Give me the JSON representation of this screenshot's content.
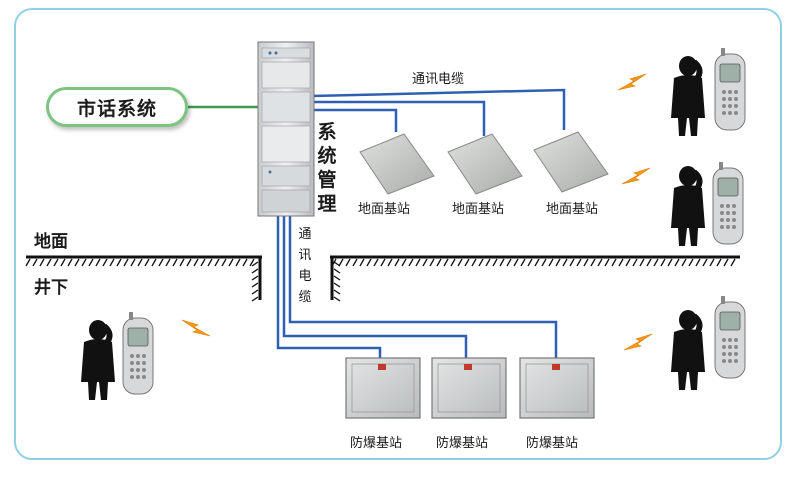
{
  "external": {
    "label": "市话系统"
  },
  "server": {
    "label": "系统管理"
  },
  "cable": {
    "top_label": "通讯电缆",
    "vertical_label": "通讯电缆"
  },
  "levels": {
    "surface": "地面",
    "underground": "井下"
  },
  "surface_stations": [
    "地面基站",
    "地面基站",
    "地面基站"
  ],
  "explosion_proof_stations": [
    "防爆基站",
    "防爆基站",
    "防爆基站"
  ],
  "colors": {
    "cable": "#2f5fb0",
    "link": "#3f9a4f",
    "signal": "#f39a1a",
    "frame": "#8fd0e4"
  },
  "icons": [
    "server-rack-icon",
    "base-station-icon",
    "explosion-proof-box-icon",
    "person-with-phone-icon",
    "mobile-phone-icon",
    "wireless-signal-icon"
  ]
}
